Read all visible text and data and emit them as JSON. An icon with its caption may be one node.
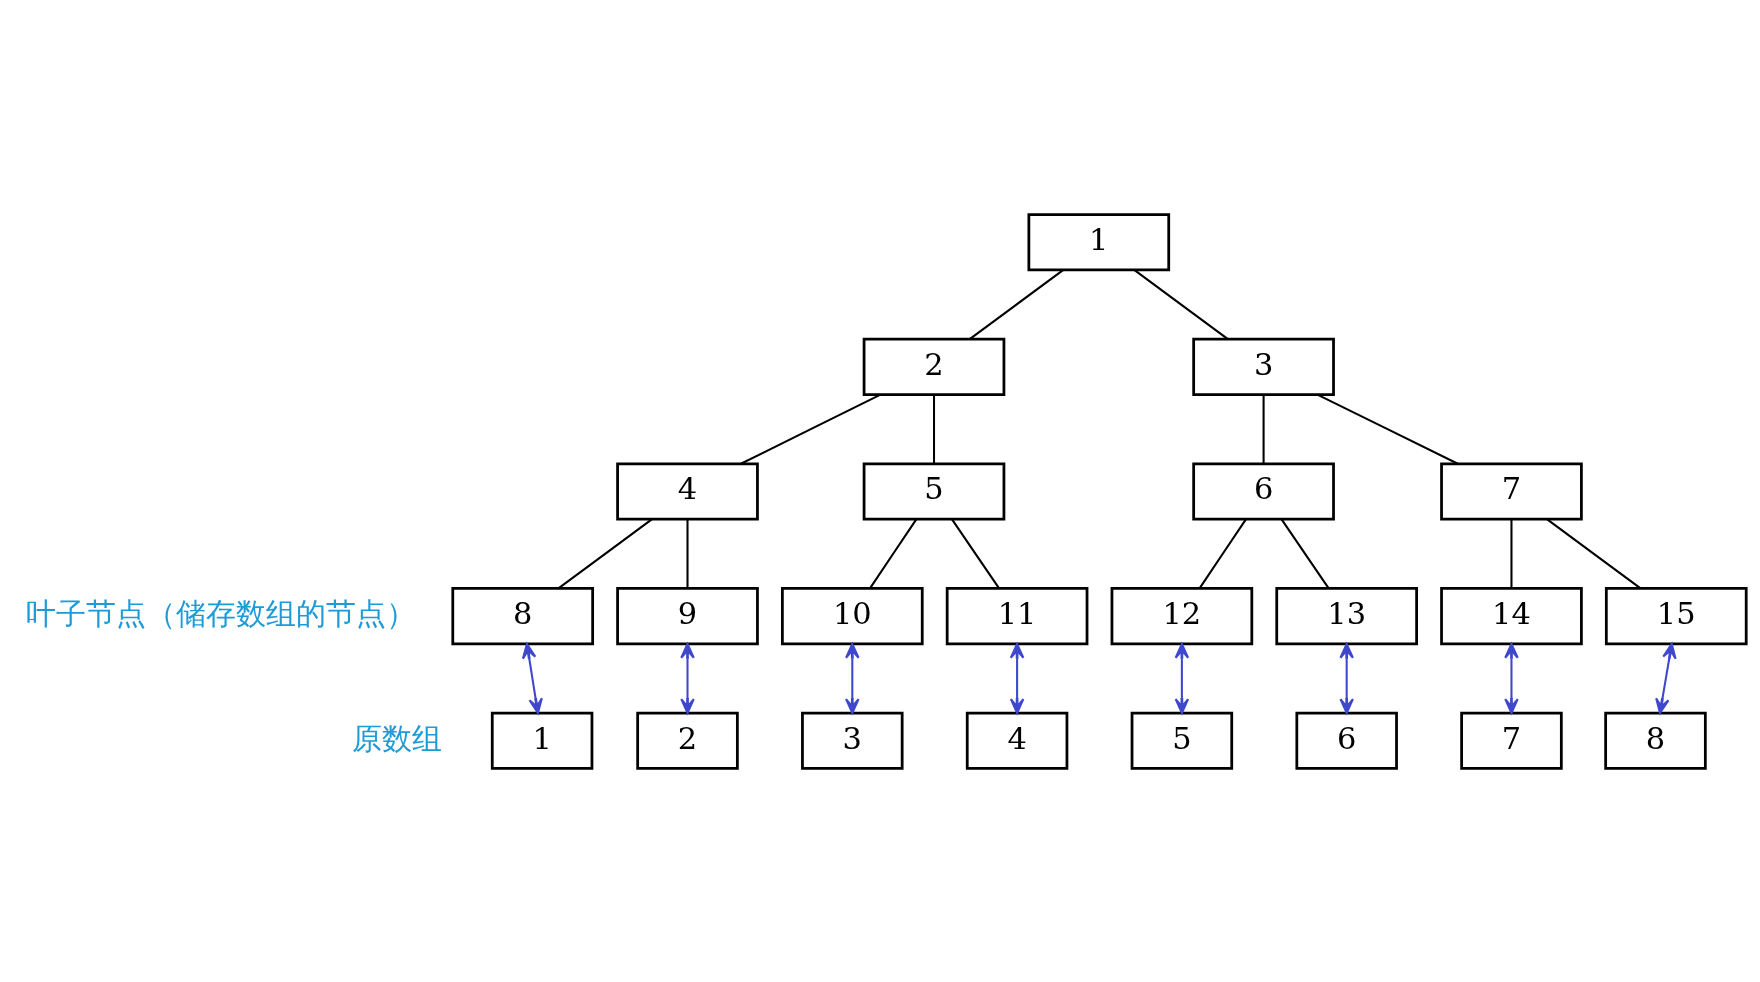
{
  "diagram": {
    "nodes": [
      {
        "text": [
          "1"
        ]
      },
      {
        "text": [
          "2"
        ]
      },
      {
        "text": [
          "3"
        ]
      },
      {
        "text": [
          "4"
        ]
      },
      {
        "text": [
          "5"
        ]
      },
      {
        "text": [
          "6"
        ]
      },
      {
        "text": [
          "7"
        ]
      },
      {
        "text": [
          "8"
        ]
      },
      {
        "text": [
          "9"
        ]
      },
      {
        "text": [
          "10"
        ]
      },
      {
        "text": [
          "11"
        ]
      },
      {
        "text": [
          "12"
        ]
      },
      {
        "text": [
          "13"
        ]
      },
      {
        "text": [
          "14"
        ]
      },
      {
        "text": [
          "15"
        ]
      },
      {
        "text": [
          "1"
        ]
      },
      {
        "text": [
          "2"
        ]
      },
      {
        "text": [
          "3"
        ]
      },
      {
        "text": [
          "4"
        ]
      },
      {
        "text": [
          "5"
        ]
      },
      {
        "text": [
          "6"
        ]
      },
      {
        "text": [
          "7"
        ]
      },
      {
        "text": [
          "8"
        ]
      }
    ],
    "edges": [
      {
        "from": 0,
        "to": 1,
        "arrow": "none"
      },
      {
        "from": 0,
        "to": 2,
        "arrow": "none"
      },
      {
        "from": 1,
        "to": 3,
        "arrow": "none"
      },
      {
        "from": 1,
        "to": 4,
        "arrow": "none"
      },
      {
        "from": 2,
        "to": 5,
        "arrow": "none"
      },
      {
        "from": 2,
        "to": 6,
        "arrow": "none"
      },
      {
        "from": 3,
        "to": 7,
        "arrow": "none"
      },
      {
        "from": 3,
        "to": 8,
        "arrow": "none"
      },
      {
        "from": 4,
        "to": 9,
        "arrow": "none"
      },
      {
        "from": 4,
        "to": 10,
        "arrow": "none"
      },
      {
        "from": 5,
        "to": 11,
        "arrow": "none"
      },
      {
        "from": 5,
        "to": 12,
        "arrow": "none"
      },
      {
        "from": 6,
        "to": 13,
        "arrow": "none"
      },
      {
        "from": 6,
        "to": 14,
        "arrow": "none"
      },
      {
        "from": 7,
        "to": 15,
        "arrow": "both",
        "color": "#3f48cc"
      },
      {
        "from": 8,
        "to": 16,
        "arrow": "both",
        "color": "#3f48cc"
      },
      {
        "from": 9,
        "to": 17,
        "arrow": "both",
        "color": "#3f48cc"
      },
      {
        "from": 10,
        "to": 18,
        "arrow": "both",
        "color": "#3f48cc"
      },
      {
        "from": 11,
        "to": 19,
        "arrow": "both",
        "color": "#3f48cc"
      },
      {
        "from": 12,
        "to": 20,
        "arrow": "both",
        "color": "#3f48cc"
      },
      {
        "from": 13,
        "to": 21,
        "arrow": "both",
        "color": "#3f48cc"
      },
      {
        "from": 14,
        "to": 22,
        "arrow": "both",
        "color": "#3f48cc"
      }
    ],
    "labels": [
      "叶子节点（储存数组的节点）",
      "原数组"
    ]
  }
}
